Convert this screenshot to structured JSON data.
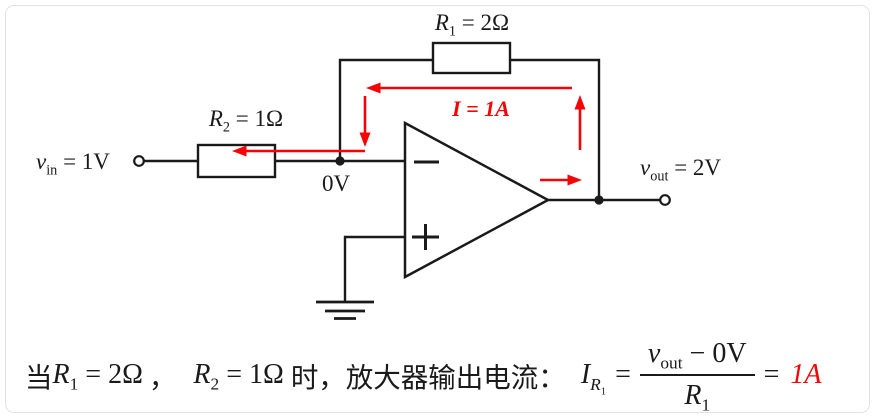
{
  "colors": {
    "ink": "#1a1a1a",
    "current_red": "#f40404",
    "frame_border": "#e3e3e3",
    "background": "#ffffff"
  },
  "circuit": {
    "r1_label": {
      "var": "R",
      "sub": "1",
      "rest": " = 2Ω"
    },
    "r2_label": {
      "var": "R",
      "sub": "2",
      "rest": " = 1Ω"
    },
    "vin_label": {
      "var": "v",
      "sub": "in",
      "rest": " = 1V"
    },
    "vout_label": {
      "var": "v",
      "sub": "out",
      "rest": " = 2V"
    },
    "node_label": "0V",
    "current_label": "I = 1A",
    "opamp": {
      "minus": "−",
      "plus": "+"
    }
  },
  "caption": {
    "when": "当",
    "r1": {
      "var": "R",
      "sub": "1",
      "rest": " = 2Ω"
    },
    "comma": "，",
    "r2": {
      "var": "R",
      "sub": "2",
      "rest": " = 1Ω"
    },
    "suffix": "时，放大器输出电流：",
    "formula": {
      "lhs": {
        "var": "I",
        "sub_var": "R",
        "sub_sub": "1"
      },
      "eq1": "=",
      "numerator": {
        "var": "v",
        "sub": "out",
        "rest": " − 0V"
      },
      "denominator": {
        "var": "R",
        "sub": "1"
      },
      "eq2": "=",
      "result": "1A"
    }
  }
}
